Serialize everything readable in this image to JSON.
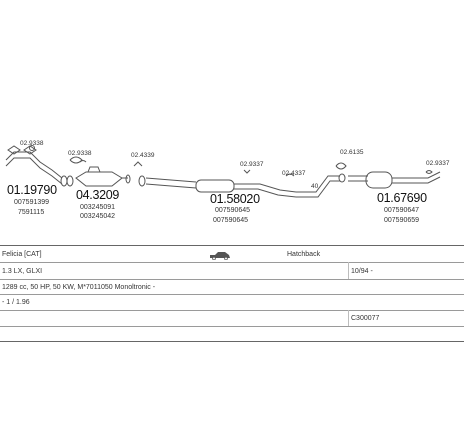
{
  "parts": [
    {
      "id": "p1",
      "code": "01.19790",
      "refs": [
        "007591399",
        "7591115"
      ],
      "small": "02.9338"
    },
    {
      "id": "p2",
      "code": "04.3209",
      "refs": [
        "003245091",
        "003245042"
      ],
      "small": "02.9338"
    },
    {
      "id": "p3",
      "small": "02.4339"
    },
    {
      "id": "p4",
      "code": "01.58020",
      "refs": [
        "007590645",
        "007590645"
      ],
      "small": "02.9337"
    },
    {
      "id": "p5",
      "small": "02.4337"
    },
    {
      "id": "p6",
      "small": "40"
    },
    {
      "id": "p7",
      "small": "02.6135"
    },
    {
      "id": "p8",
      "code": "01.67690",
      "refs": [
        "007590647",
        "007590659"
      ],
      "small": "02.9337"
    }
  ],
  "info": {
    "model": "Felicia  [CAT]",
    "body": "Hatchback",
    "trim": "1.3 LX, GLXI",
    "date": "10/94 -",
    "engine": "1289 cc, 50 HP, 50 KW, M*7011050 Monoltronic -",
    "code2": "- 1 / 1.96",
    "ref": "C300077"
  },
  "colors": {
    "line": "#555555",
    "rule": "#9a9a9a",
    "text": "#222222"
  }
}
